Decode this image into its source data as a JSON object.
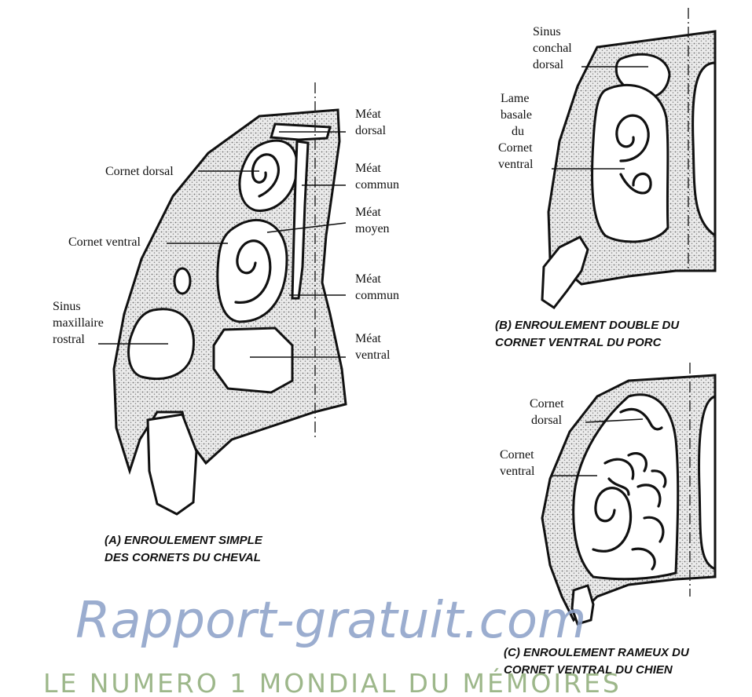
{
  "figure": {
    "panel_a": {
      "caption": [
        "(A) ENROULEMENT SIMPLE",
        "DES CORNETS DU CHEVAL"
      ],
      "labels": {
        "meat_dorsal": [
          "Méat",
          "dorsal"
        ],
        "cornet_dorsal": "Cornet dorsal",
        "meat_commun_upper": [
          "Méat",
          "commun"
        ],
        "meat_moyen": [
          "Méat",
          "moyen"
        ],
        "cornet_ventral": "Cornet ventral",
        "meat_commun_lower": [
          "Méat",
          "commun"
        ],
        "sinus_maxillaire": [
          "Sinus",
          "maxillaire",
          "rostral"
        ],
        "meat_ventral": [
          "Méat",
          "ventral"
        ]
      }
    },
    "panel_b": {
      "caption": [
        "(B) ENROULEMENT DOUBLE DU",
        "CORNET VENTRAL DU PORC"
      ],
      "labels": {
        "sinus_conchal": [
          "Sinus",
          "conchal",
          "dorsal"
        ],
        "lame_basale": [
          "Lame",
          "basale",
          "du",
          "Cornet",
          "ventral"
        ]
      }
    },
    "panel_c": {
      "caption": [
        "(C) ENROULEMENT RAMEUX DU",
        "CORNET VENTRAL DU CHIEN"
      ],
      "labels": {
        "cornet_dorsal": [
          "Cornet",
          "dorsal"
        ],
        "cornet_ventral": [
          "Cornet",
          "ventral"
        ]
      }
    }
  },
  "watermark": {
    "brand": "Rapport-gratuit.com",
    "tagline": "LE NUMERO 1 MONDIAL DU MÉMOIRES"
  },
  "colors": {
    "ink": "#111111",
    "watermark_blue": "#8a9fc7",
    "watermark_green": "#93b07e"
  }
}
